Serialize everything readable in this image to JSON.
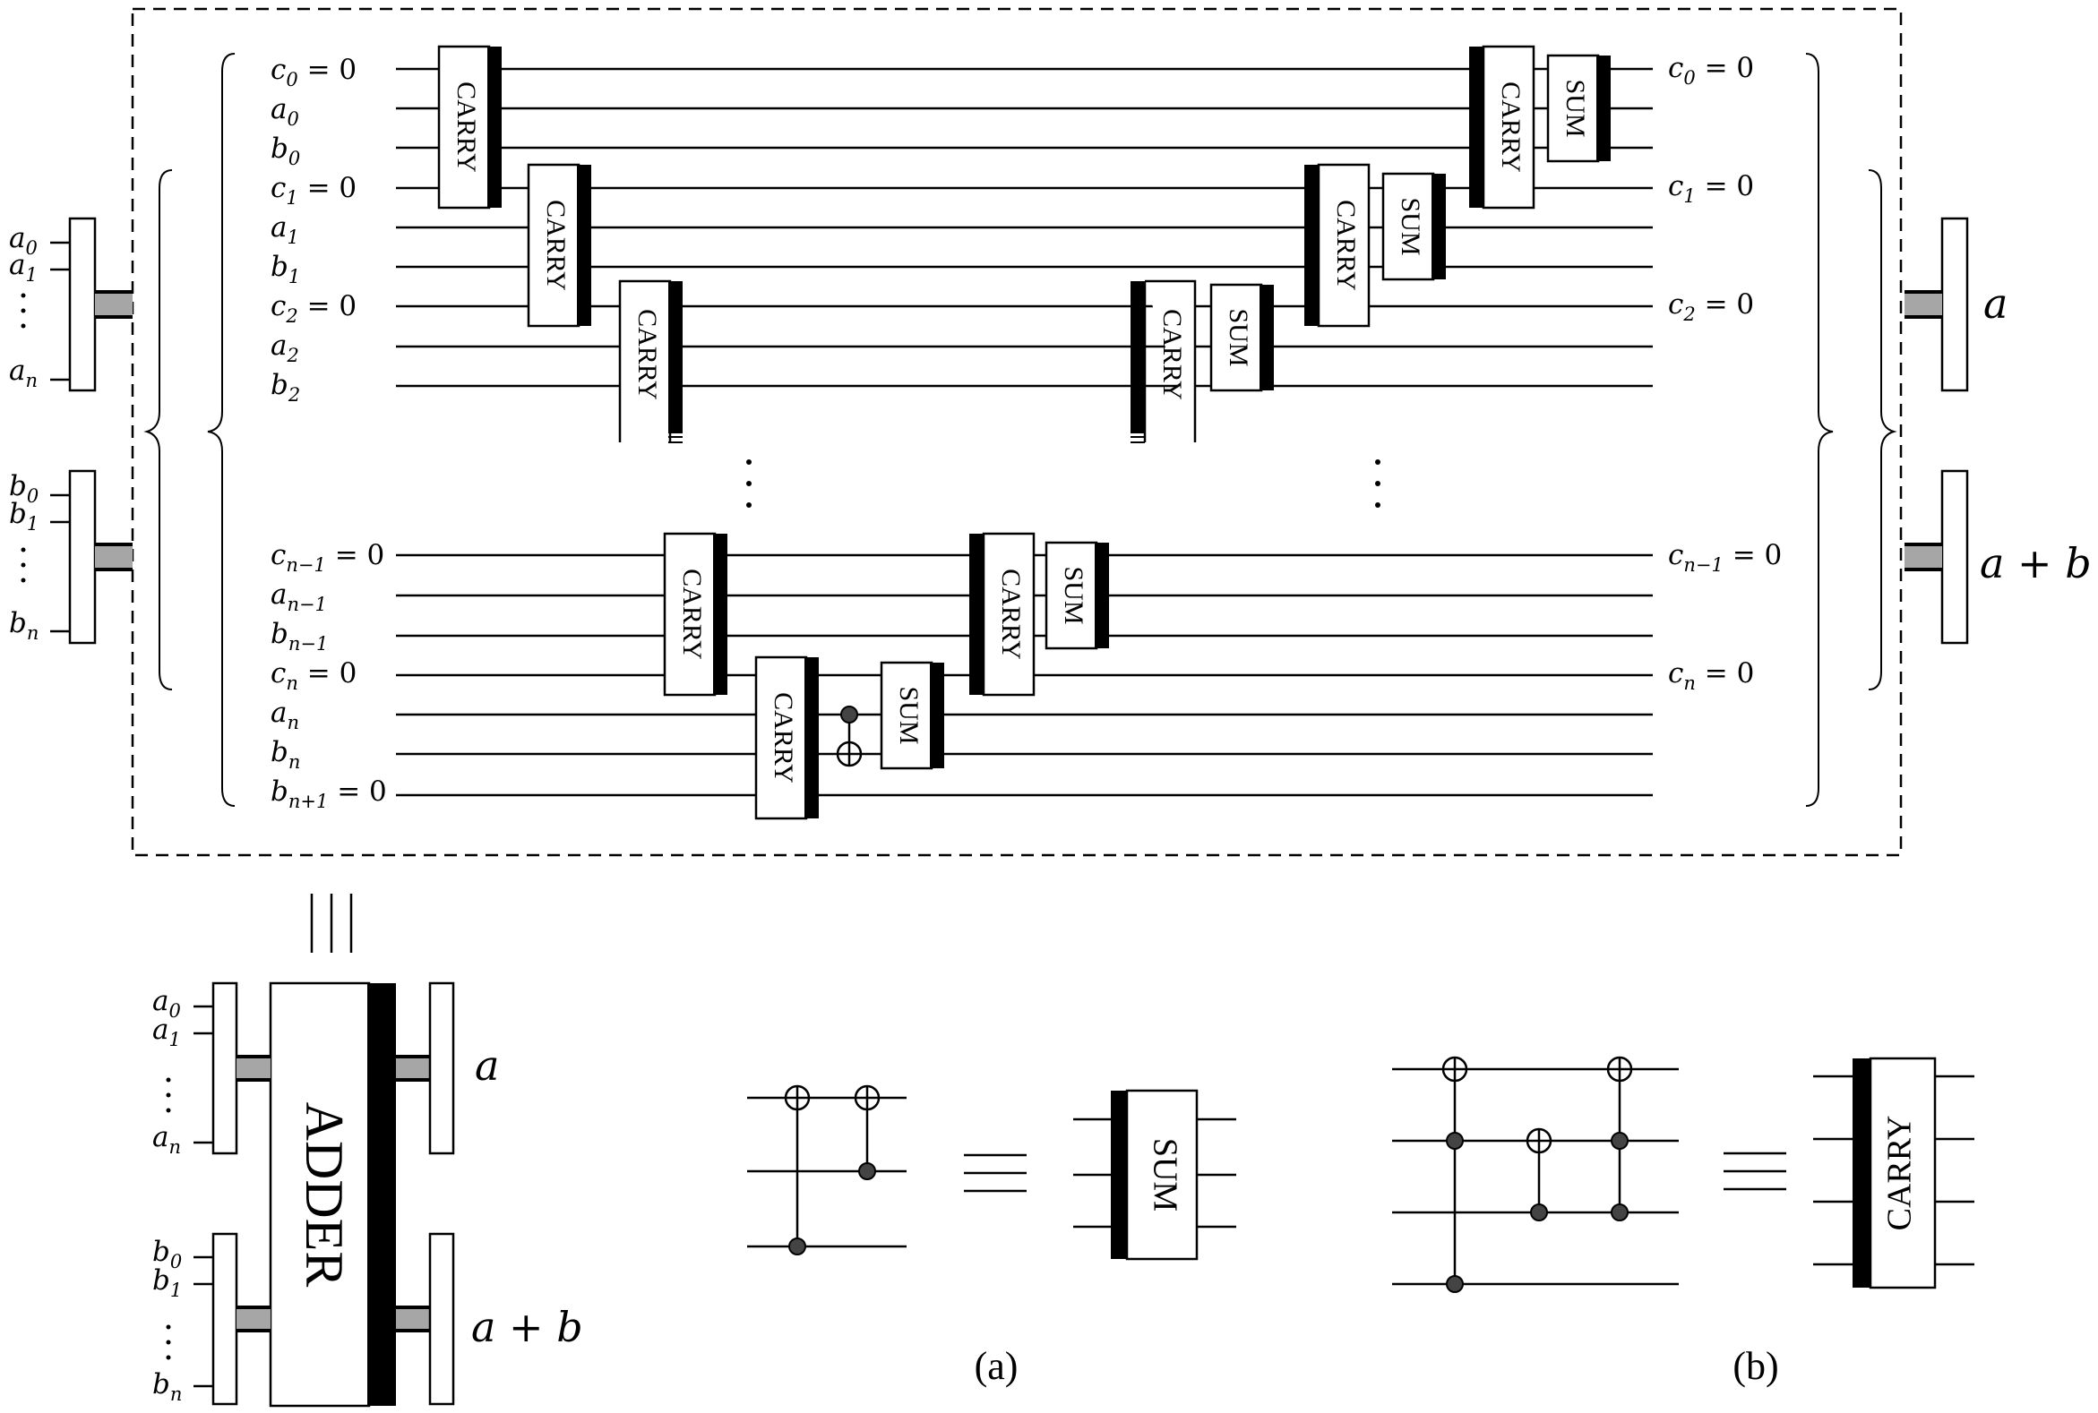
{
  "gates": {
    "carry": "CARRY",
    "sum": "SUM",
    "adder": "ADDER"
  },
  "captions": {
    "a": "(a)",
    "b": "(b)"
  },
  "equiv_symbol": "≡",
  "wire_labels": {
    "c0": {
      "main": "c",
      "sub": "0",
      "tail": " = 0"
    },
    "a0": {
      "main": "a",
      "sub": "0",
      "tail": ""
    },
    "b0": {
      "main": "b",
      "sub": "0",
      "tail": ""
    },
    "c1": {
      "main": "c",
      "sub": "1",
      "tail": " = 0"
    },
    "a1": {
      "main": "a",
      "sub": "1",
      "tail": ""
    },
    "b1": {
      "main": "b",
      "sub": "1",
      "tail": ""
    },
    "c2": {
      "main": "c",
      "sub": "2",
      "tail": " = 0"
    },
    "a2": {
      "main": "a",
      "sub": "2",
      "tail": ""
    },
    "b2": {
      "main": "b",
      "sub": "2",
      "tail": ""
    },
    "cn1": {
      "main": "c",
      "sub": "n−1",
      "tail": " = 0"
    },
    "an1": {
      "main": "a",
      "sub": "n−1",
      "tail": ""
    },
    "bn1": {
      "main": "b",
      "sub": "n−1",
      "tail": ""
    },
    "cn": {
      "main": "c",
      "sub": "n",
      "tail": " = 0"
    },
    "an": {
      "main": "a",
      "sub": "n",
      "tail": ""
    },
    "bn": {
      "main": "b",
      "sub": "n",
      "tail": ""
    },
    "bn1p": {
      "main": "b",
      "sub": "n+1",
      "tail": " = 0"
    },
    "a1p": {
      "main": "a",
      "sub": "1",
      "tail": ""
    },
    "b1p": {
      "main": "b",
      "sub": "1",
      "tail": ""
    },
    "ann": {
      "main": "a",
      "sub": "n",
      "tail": ""
    },
    "bnn": {
      "main": "b",
      "sub": "n",
      "tail": ""
    }
  },
  "register_outputs": {
    "a": "a",
    "a_plus_b": "a + b"
  }
}
